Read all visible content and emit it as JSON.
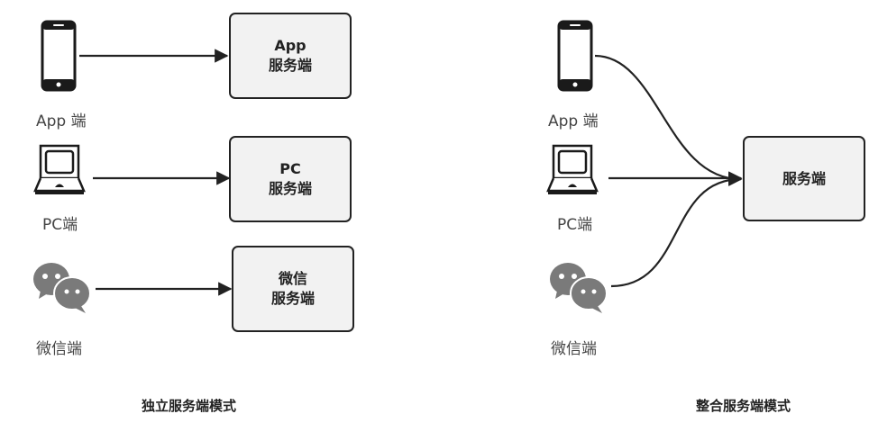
{
  "colors": {
    "stroke": "#222222",
    "box_fill": "#f2f2f2",
    "label": "#444444",
    "wechat_icon": "#7a7a7a"
  },
  "left_panel": {
    "caption": "独立服务端模式",
    "clients": [
      {
        "icon": "smartphone-icon",
        "label": "App 端"
      },
      {
        "icon": "laptop-icon",
        "label": "PC端"
      },
      {
        "icon": "wechat-icon",
        "label": "微信端"
      }
    ],
    "servers": [
      {
        "line1": "App",
        "line2": "服务端"
      },
      {
        "line1": "PC",
        "line2": "服务端"
      },
      {
        "line1": "微信",
        "line2": "服务端"
      }
    ]
  },
  "right_panel": {
    "caption": "整合服务端模式",
    "clients": [
      {
        "icon": "smartphone-icon",
        "label": "App 端"
      },
      {
        "icon": "laptop-icon",
        "label": "PC端"
      },
      {
        "icon": "wechat-icon",
        "label": "微信端"
      }
    ],
    "server": {
      "label": "服务端"
    }
  }
}
